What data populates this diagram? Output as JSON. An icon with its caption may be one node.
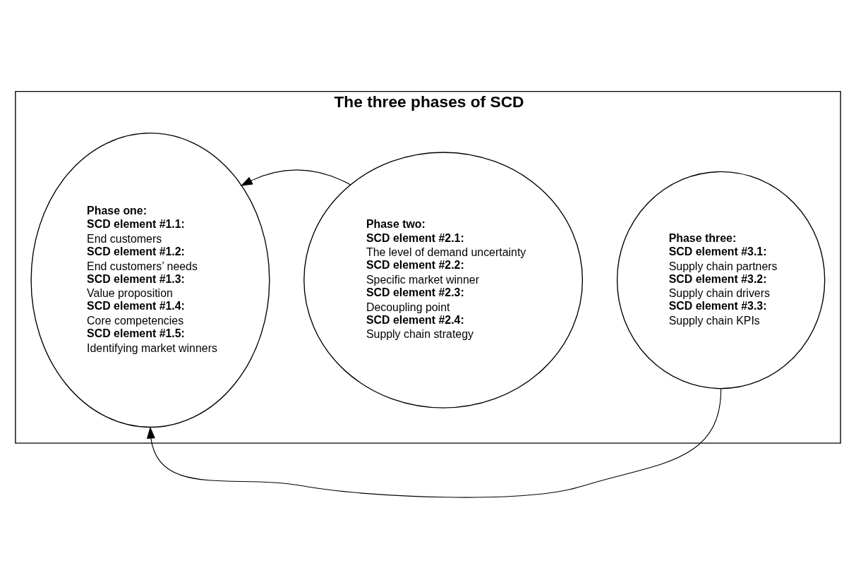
{
  "diagram": {
    "nodes": [
      {
        "text": [
          "The three phases of SCD"
        ]
      },
      {
        "text": [
          "Phase one:",
          "SCD element #1.1:",
          "End customers",
          "SCD element #1.2:",
          "End customers’ needs",
          "SCD element #1.3:",
          "Value proposition",
          "SCD element #1.4:",
          "Core competencies",
          "SCD element #1.5:",
          "Identifying market winners"
        ],
        "in": 0
      },
      {
        "text": [
          "Phase two:",
          "SCD element #2.1:",
          "The level of demand uncertainty",
          "SCD element #2.2:",
          "Specific market winner",
          "SCD element #2.3:",
          "Decoupling point",
          "SCD element #2.4:",
          "Supply chain strategy"
        ],
        "in": 0
      },
      {
        "text": [
          "Phase three:",
          "SCD element #3.1:",
          "Supply chain partners",
          "SCD element #3.2:",
          "Supply chain drivers",
          "SCD element #3.3:",
          "Supply chain KPIs"
        ],
        "in": 0
      }
    ],
    "edges": [
      {
        "from": 2,
        "to": 1,
        "arrow": "to"
      },
      {
        "from": 3,
        "to": 1,
        "arrow": "to"
      }
    ]
  }
}
